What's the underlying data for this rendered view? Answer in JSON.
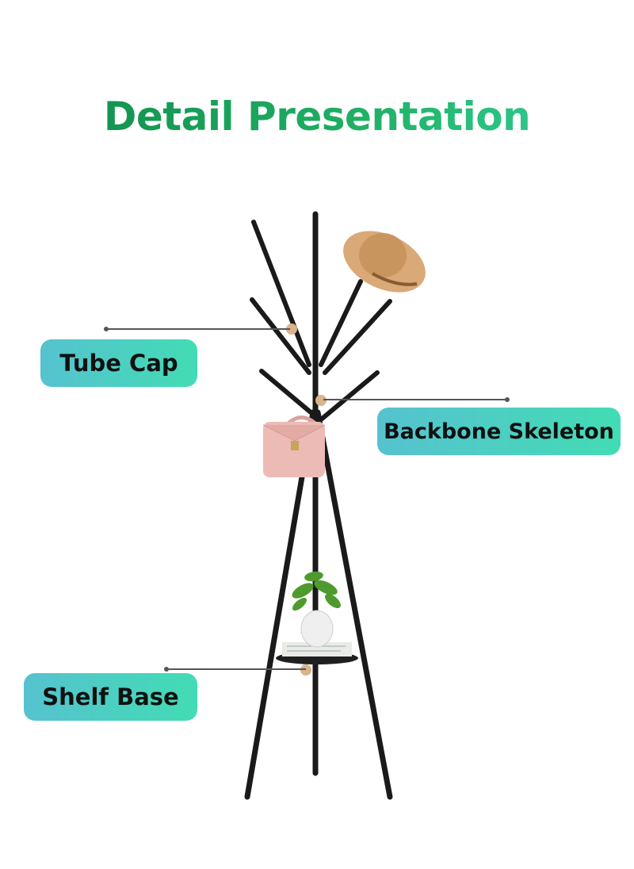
{
  "title": "Detail Presentation",
  "labels": {
    "tube_cap": "Tube Cap",
    "backbone": "Backbone Skeleton",
    "shelf": "Shelf Base"
  },
  "colors": {
    "title_start": "#0e8a4a",
    "title_end": "#34d39c",
    "callout_start": "#56c2cf",
    "callout_end": "#42dcb4",
    "stand": "#1a1a1a"
  }
}
